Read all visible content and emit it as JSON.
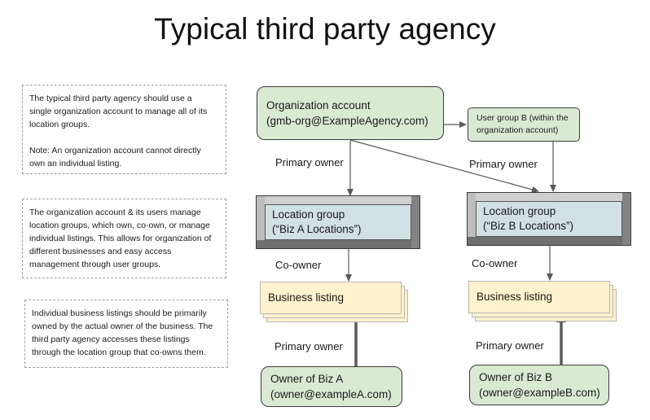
{
  "title": "Typical third party agency",
  "notes": [
    {
      "lines": [
        "The typical third party agency should use a",
        "single organization account to manage all of its",
        "location groups."
      ],
      "extra_lines": [
        "Note: An organization account cannot directly",
        "own an individual listing."
      ]
    },
    {
      "lines": [
        "The organization account & its users manage",
        "location groups, which own, co-own, or manage",
        "individual listings. This allows for organization of",
        "different businesses and easy access",
        "management through user groups."
      ]
    },
    {
      "lines": [
        "Individual business listings should be primarily",
        "owned by the actual owner of the business. The",
        "third party agency accesses these listings",
        "through the location group that co-owns them."
      ]
    }
  ],
  "org_account": {
    "line1": "Organization account",
    "line2": "(gmb-org@ExampleAgency.com)"
  },
  "user_group_b": {
    "line1": "User group B (within the",
    "line2": "organization account)"
  },
  "location_group_a": {
    "line1": "Location group",
    "line2": "(“Biz A Locations”)"
  },
  "location_group_b": {
    "line1": "Location group",
    "line2": "(“Biz B Locations”)"
  },
  "listing_a": "Business listing",
  "listing_b": "Business listing",
  "owner_a": {
    "line1": "Owner of Biz A",
    "line2": "(owner@exampleA.com)"
  },
  "owner_b": {
    "line1": "Owner of Biz B",
    "line2": "(owner@exampleB.com)"
  },
  "labels": {
    "primary_owner_top_left": "Primary owner",
    "primary_owner_top_right": "Primary owner",
    "co_owner_a": "Co-owner",
    "co_owner_b": "Co-owner",
    "primary_owner_bottom_a": "Primary owner",
    "primary_owner_bottom_b": "Primary owner"
  }
}
